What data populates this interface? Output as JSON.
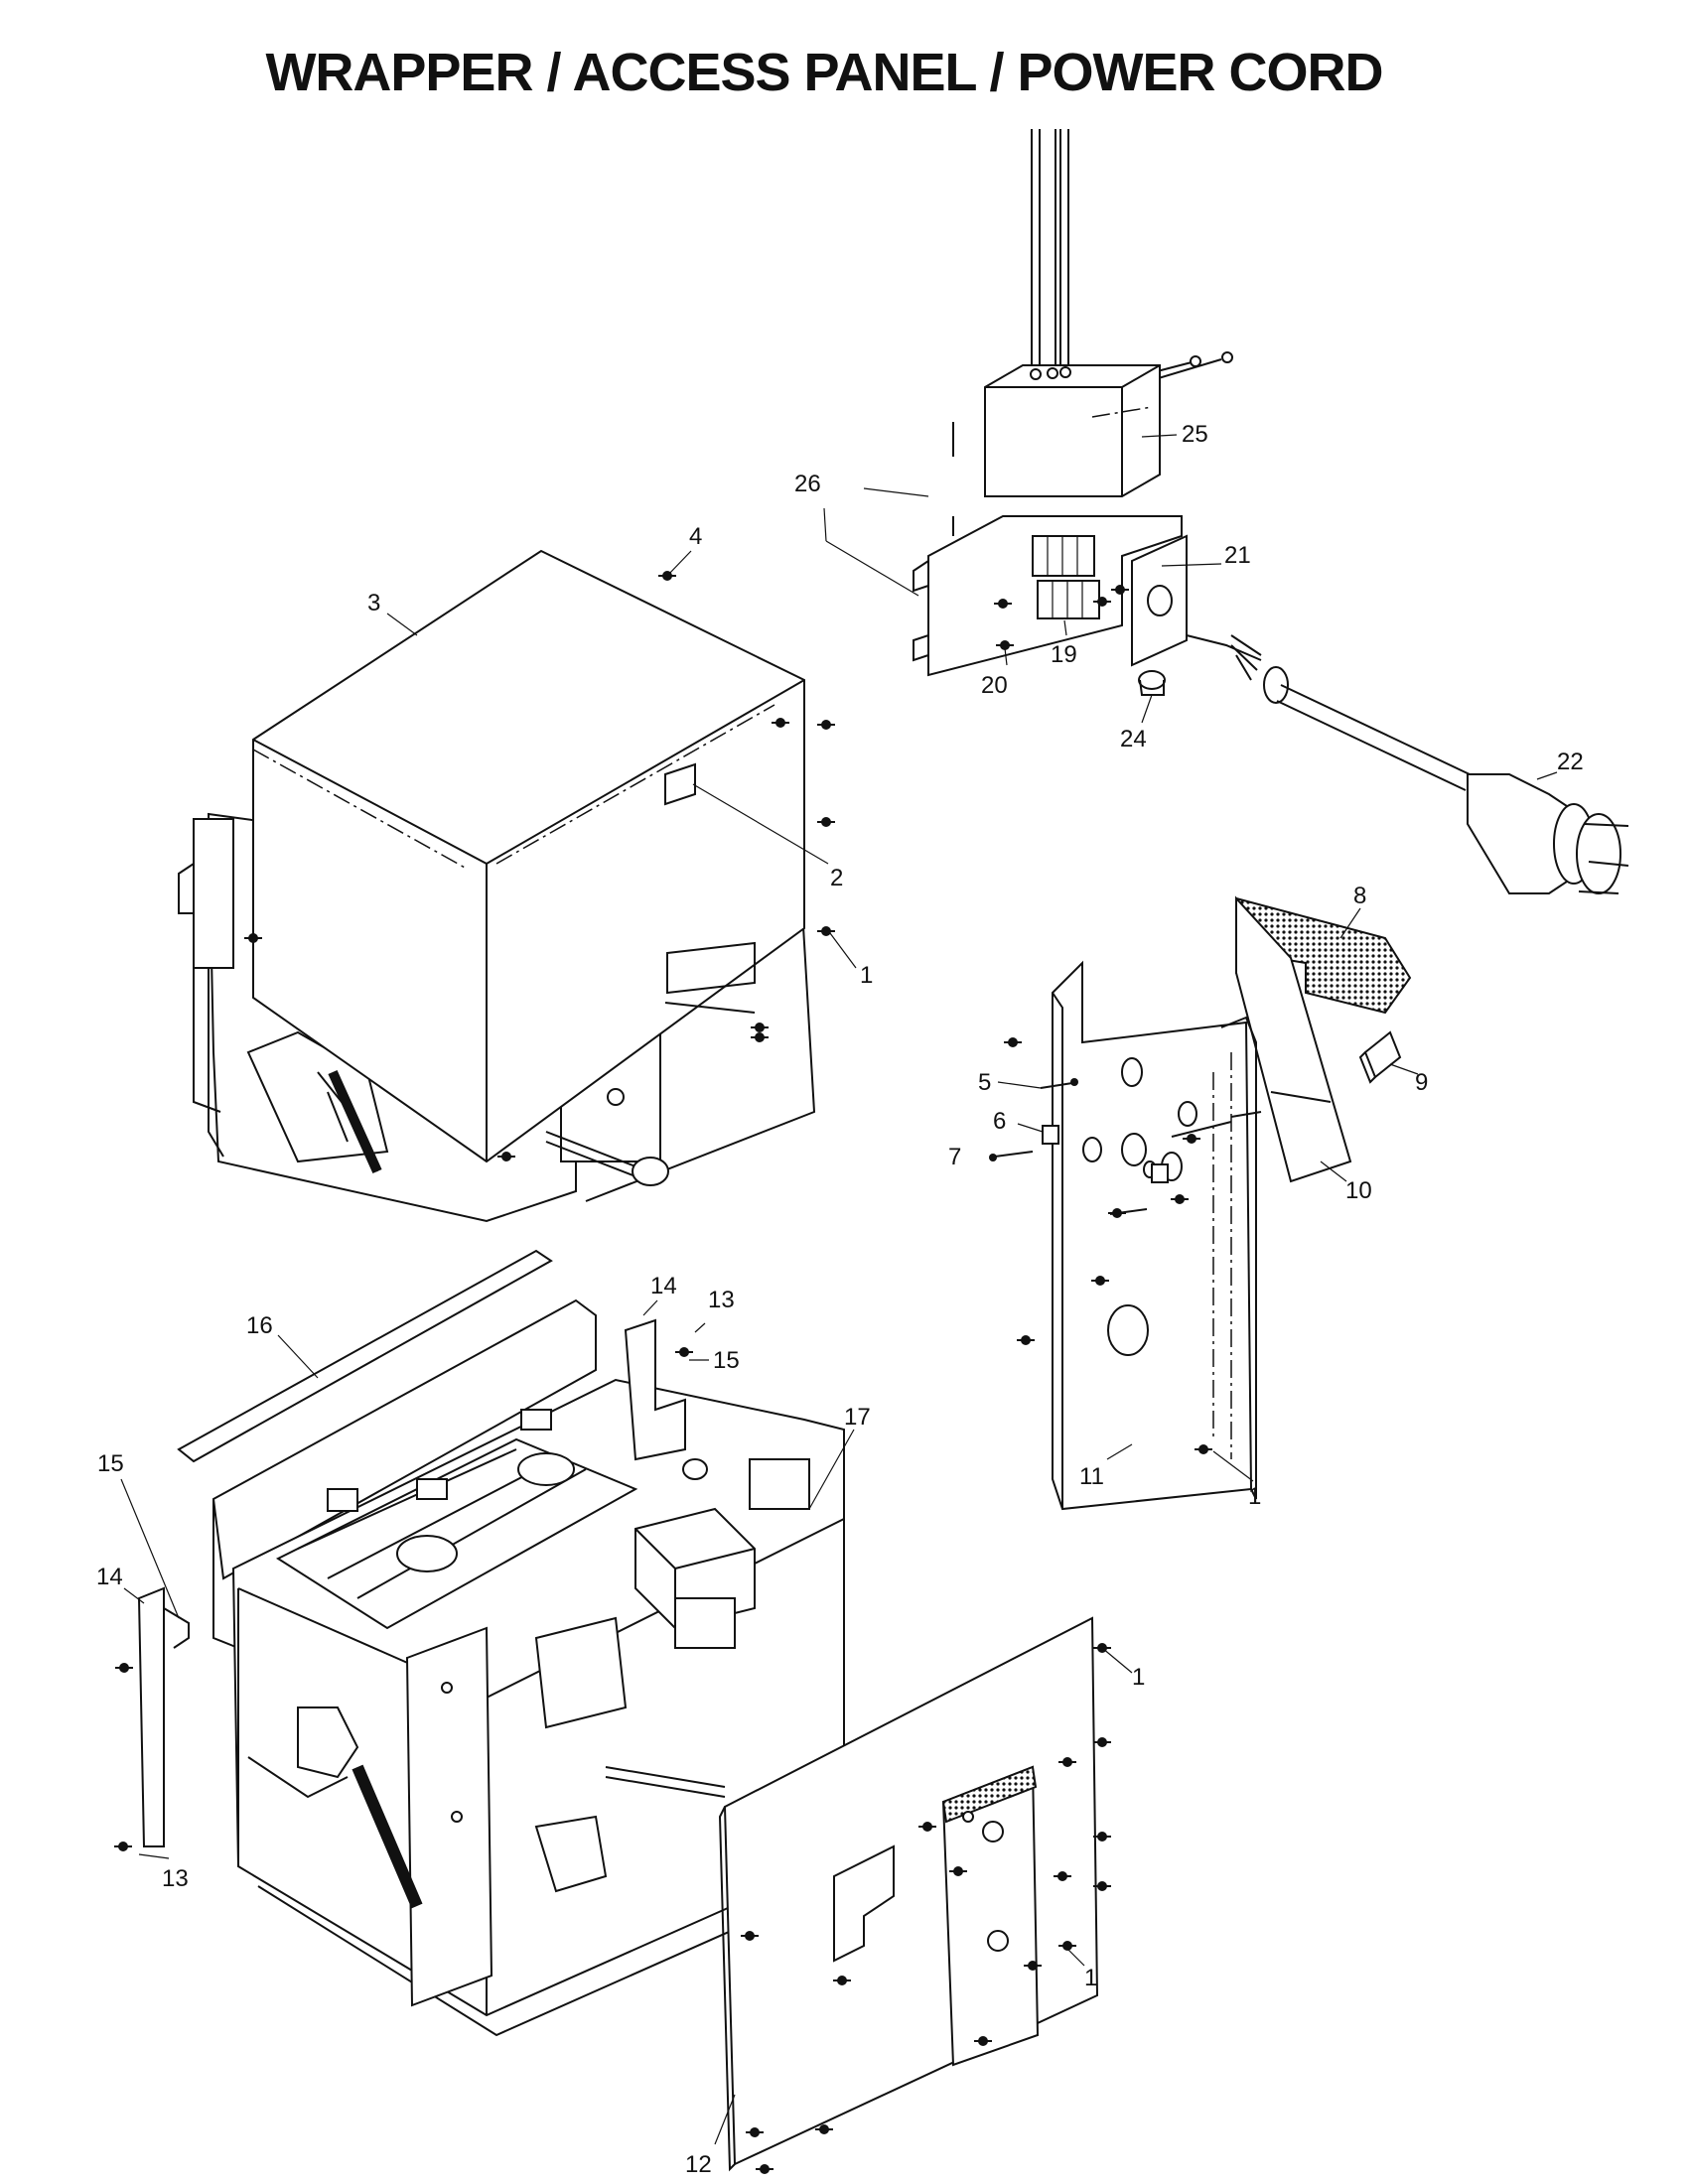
{
  "title": "WRAPPER / ACCESS PANEL / POWER CORD",
  "callouts": [
    "1",
    "1",
    "1",
    "1",
    "2",
    "3",
    "4",
    "5",
    "6",
    "7",
    "8",
    "9",
    "10",
    "11",
    "12",
    "13",
    "13",
    "14",
    "14",
    "15",
    "15",
    "16",
    "17",
    "19",
    "20",
    "21",
    "22",
    "24",
    "25",
    "26"
  ]
}
